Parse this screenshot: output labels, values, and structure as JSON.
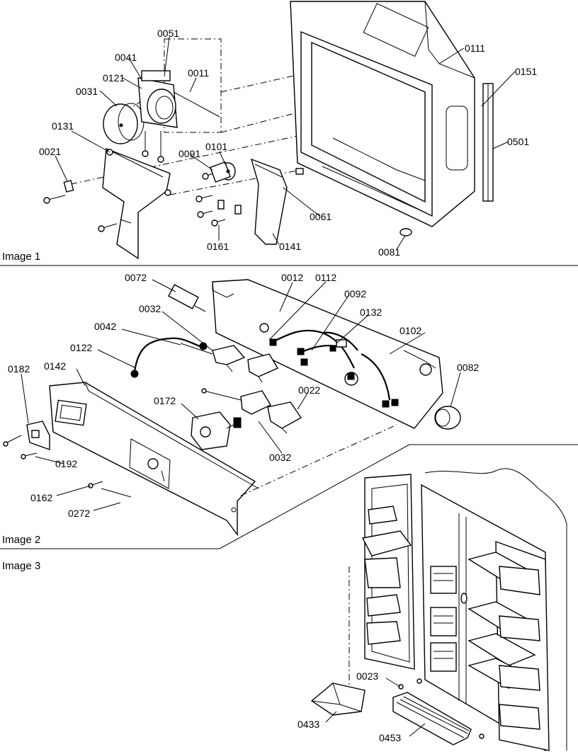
{
  "sections": [
    {
      "name": "Image 1"
    },
    {
      "name": "Image 2"
    },
    {
      "name": "Image 3"
    }
  ],
  "callouts": {
    "image1": [
      "0051",
      "0041",
      "0121",
      "0011",
      "0031",
      "0131",
      "0021",
      "0091",
      "0101",
      "0111",
      "0151",
      "0501",
      "0061",
      "0161",
      "0141",
      "0081"
    ],
    "image2": [
      "0072",
      "0012",
      "0112",
      "0092",
      "0132",
      "0032",
      "0042",
      "0102",
      "0122",
      "0182",
      "0142",
      "0082",
      "0172",
      "0022",
      "0192",
      "0032",
      "0162",
      "0272"
    ],
    "image3": [
      "0023",
      "0433",
      "0453"
    ]
  }
}
